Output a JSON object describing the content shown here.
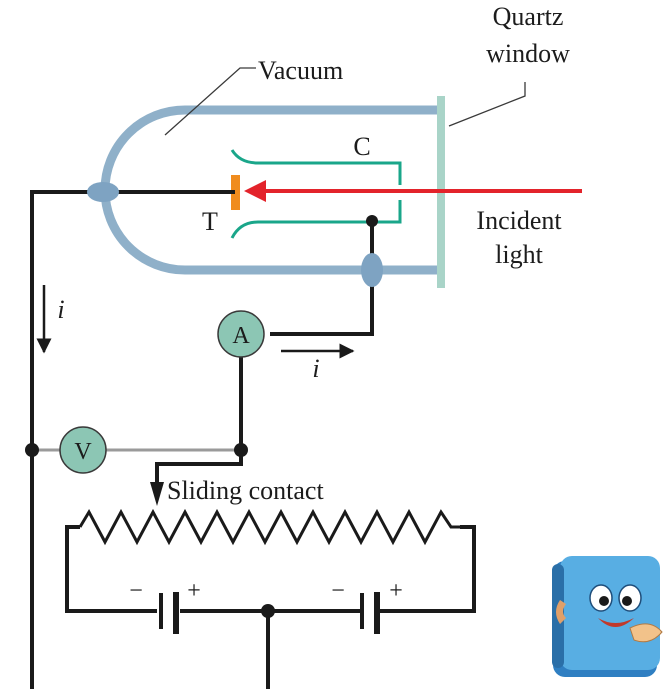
{
  "labels": {
    "quartz_line1": "Quartz",
    "quartz_line2": "window",
    "vacuum": "Vacuum",
    "collector": "C",
    "target": "T",
    "incident_line1": "Incident",
    "incident_line2": "light",
    "ammeter": "A",
    "voltmeter": "V",
    "current_left": "i",
    "current_right": "i",
    "sliding_contact": "Sliding contact",
    "battery1_minus": "−",
    "battery1_plus": "+",
    "battery2_minus": "−",
    "battery2_plus": "+"
  },
  "colors": {
    "tube": "#8fb0c9",
    "window": "#a9d4c8",
    "collector": "#1aa68a",
    "target": "#f08c1e",
    "light_ray": "#e3232b",
    "wire": "#1a1a1a",
    "voltmeter_wire": "#9a9a9a",
    "meter_fill": "#8cc6b4"
  },
  "mascot": {
    "icon": "book-mascot-icon"
  }
}
